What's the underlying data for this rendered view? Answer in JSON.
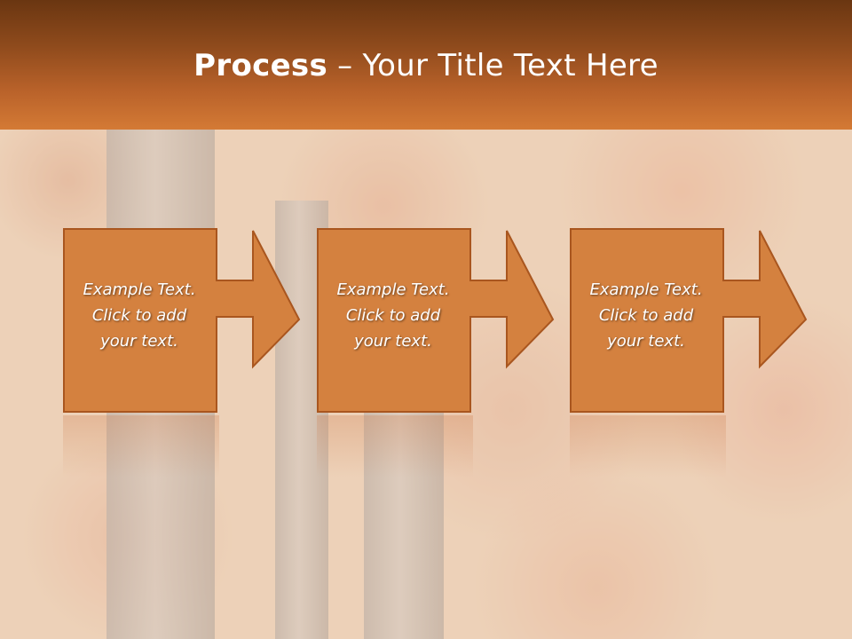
{
  "slide": {
    "title_bold": "Process",
    "title_rest": " – Your Title Text Here"
  },
  "steps": [
    {
      "text": "Example Text.\nClick  to add\nyour text."
    },
    {
      "text": "Example Text.\nClick  to add\nyour text."
    },
    {
      "text": "Example Text.\nClick  to add\nyour text."
    }
  ],
  "colors": {
    "box_fill": "#d4813f",
    "box_border": "#a9561f",
    "title_bar_top": "#6a3611",
    "title_bar_bottom": "#d47a35"
  }
}
